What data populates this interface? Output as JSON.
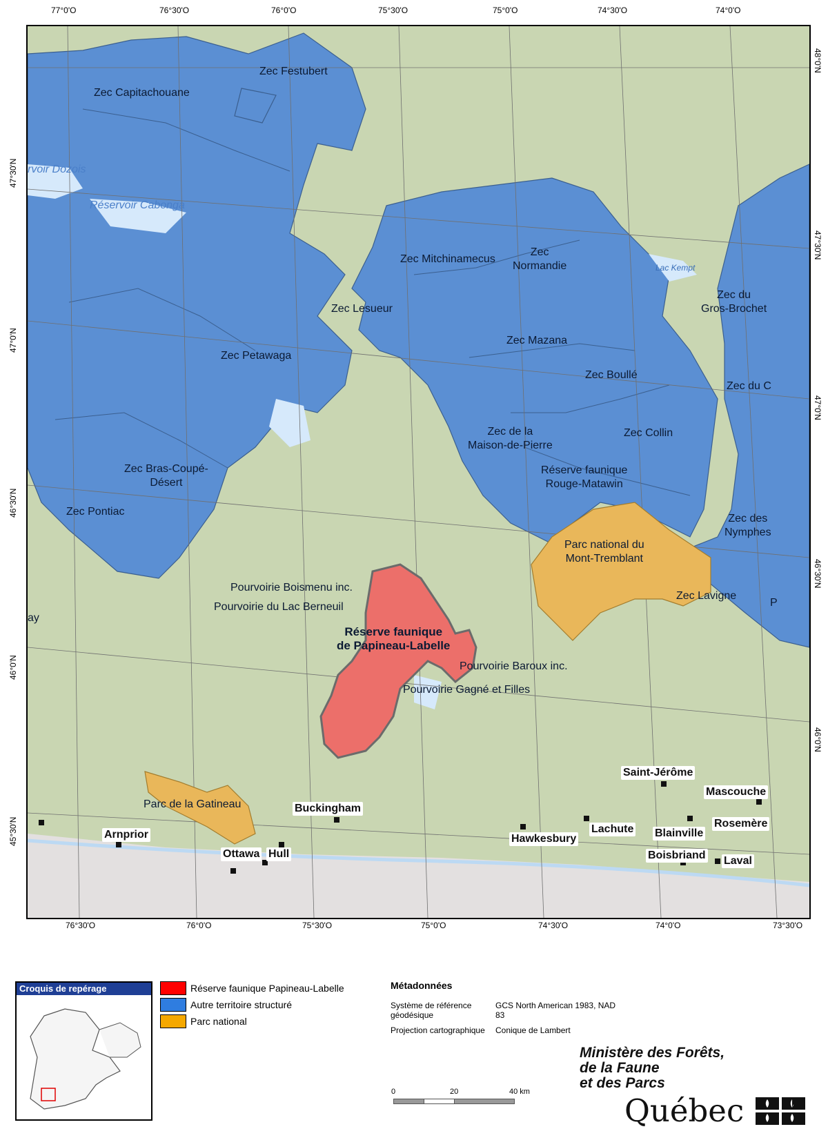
{
  "map": {
    "top_longitudes": [
      "77°0'O",
      "76°30'O",
      "76°0'O",
      "75°30'O",
      "75°0'O",
      "74°30'O",
      "74°0'O"
    ],
    "bottom_longitudes": [
      "76°30'O",
      "76°0'O",
      "75°30'O",
      "75°0'O",
      "74°30'O",
      "74°0'O",
      "73°30'O"
    ],
    "left_latitudes": [
      "47°30'N",
      "47°0'N",
      "46°30'N",
      "46°0'N",
      "45°30'N"
    ],
    "right_latitudes": [
      "48°0'N",
      "47°30'N",
      "47°0'N",
      "46°30'N",
      "46°0'N"
    ],
    "zones": {
      "festubert": "Zec Festubert",
      "capitachouane": "Zec Capitachouane",
      "mitchinamecus": "Zec Mitchinamecus",
      "normandie": "Zec\nNormandie",
      "gros_brochet": "Zec du\nGros-Brochet",
      "lesueur": "Zec Lesueur",
      "mazana": "Zec Mazana",
      "petawaga": "Zec Petawaga",
      "boulle": "Zec Boullé",
      "zec_du_c": "Zec du C",
      "maison_de_pierre": "Zec de la\nMaison-de-Pierre",
      "collin": "Zec Collin",
      "bras_coupe": "Zec Bras-Coupé-\nDésert",
      "rouge_matawin": "Réserve faunique\nRouge-Matawin",
      "pontiac": "Zec Pontiac",
      "nymphes": "Zec des\nNymphes",
      "mont_tremblant": "Parc national du\nMont-Tremblant",
      "boismenu": "Pourvoirie Boismenu inc.",
      "lac_berneuil": "Pourvoirie du Lac Berneuil",
      "lavigne": "Zec Lavigne",
      "papineau": "Réserve faunique\nde Papineau-Labelle",
      "baroux": "Pourvoirie Baroux inc.",
      "gagne": "Pourvoirie Gagné et Filles",
      "gatineau": "Parc de la Gatineau",
      "ay": "ay",
      "p_edge": "P"
    },
    "water_labels": {
      "cabonga": "Réservoir Cabonga",
      "dozois": "rvoir Dozois",
      "kempt": "Lac Kempt"
    },
    "cities": {
      "saint_jerome": "Saint-Jérôme",
      "mascouche": "Mascouche",
      "rosemere": "Rosemère",
      "buckingham": "Buckingham",
      "arnprior": "Arnprior",
      "lachute": "Lachute",
      "blainville": "Blainville",
      "hawkesbury": "Hawkesbury",
      "ottawa": "Ottawa",
      "hull": "Hull",
      "boisbriand": "Boisbriand",
      "laval": "Laval"
    }
  },
  "inset": {
    "title": "Croquis de repérage"
  },
  "legend": {
    "items": [
      {
        "label": "Réserve faunique Papineau-Labelle",
        "color": "#ff0000"
      },
      {
        "label": "Autre territoire structuré",
        "color": "#2f7de0"
      },
      {
        "label": "Parc national",
        "color": "#f5a800"
      }
    ]
  },
  "metadata": {
    "title": "Métadonnées",
    "rows": [
      {
        "key": "Système de référence géodésique",
        "value": "GCS North American 1983, NAD 83"
      },
      {
        "key": "Projection cartographique",
        "value": "Conique de Lambert"
      }
    ]
  },
  "scale": {
    "labels": [
      "0",
      "20",
      "40 km"
    ]
  },
  "ministry": {
    "line1": "Ministère des Forêts,",
    "line2": "de la Faune",
    "line3": "et des Parcs",
    "brand": "Québec"
  },
  "colors": {
    "land": "#c9d6b2",
    "zec": "#5b8fd3",
    "reserve": "#ec6f6a",
    "park": "#e9b75a",
    "water": "#d6e9fb",
    "urban": "#e3e0e0"
  }
}
